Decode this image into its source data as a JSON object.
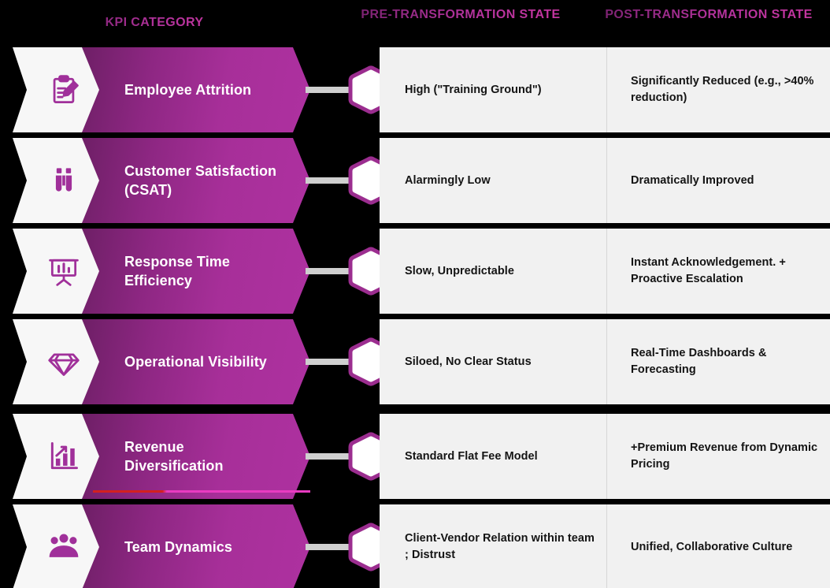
{
  "headers": {
    "kpi": "KPI CATEGORY",
    "pre": "PRE-TRANSFORMATION STATE",
    "post": "POST-TRANSFORMATION STATE"
  },
  "colors": {
    "accent_dark": "#6E1F66",
    "accent_mid": "#9C2A8E",
    "accent_bright": "#B5339E",
    "panel_bg": "#F1F1F1",
    "chevron_bg": "#F7F7F7",
    "connector": "#CFCFCF",
    "divider": "#D6D6D6",
    "text_dark": "#141414",
    "text_light": "#FFFFFF",
    "page_bg": "#000000"
  },
  "rows": [
    {
      "icon": "clipboard-pencil-icon",
      "category": "Employee Attrition",
      "pre": "High (\"Training Ground\")",
      "post": "Significantly Reduced (e.g., >40% reduction)"
    },
    {
      "icon": "binoculars-icon",
      "category": "Customer Satisfaction (CSAT)",
      "pre": "Alarmingly Low",
      "post": "Dramatically Improved"
    },
    {
      "icon": "presentation-chart-icon",
      "category": "Response Time Efficiency",
      "pre": "Slow, Unpredictable",
      "post": "Instant Acknowledgement. + Proactive Escalation"
    },
    {
      "icon": "diamond-icon",
      "category": "Operational Visibility",
      "pre": "Siloed, No Clear Status",
      "post": "Real-Time Dashboards & Forecasting"
    },
    {
      "icon": "growth-chart-icon",
      "category": "Revenue Diversification",
      "pre": "Standard Flat Fee Model",
      "post": "+Premium Revenue from Dynamic Pricing"
    },
    {
      "icon": "team-people-icon",
      "category": "Team Dynamics",
      "pre": "Client-Vendor Relation within team ; Distrust",
      "post": "Unified, Collaborative Culture"
    }
  ]
}
